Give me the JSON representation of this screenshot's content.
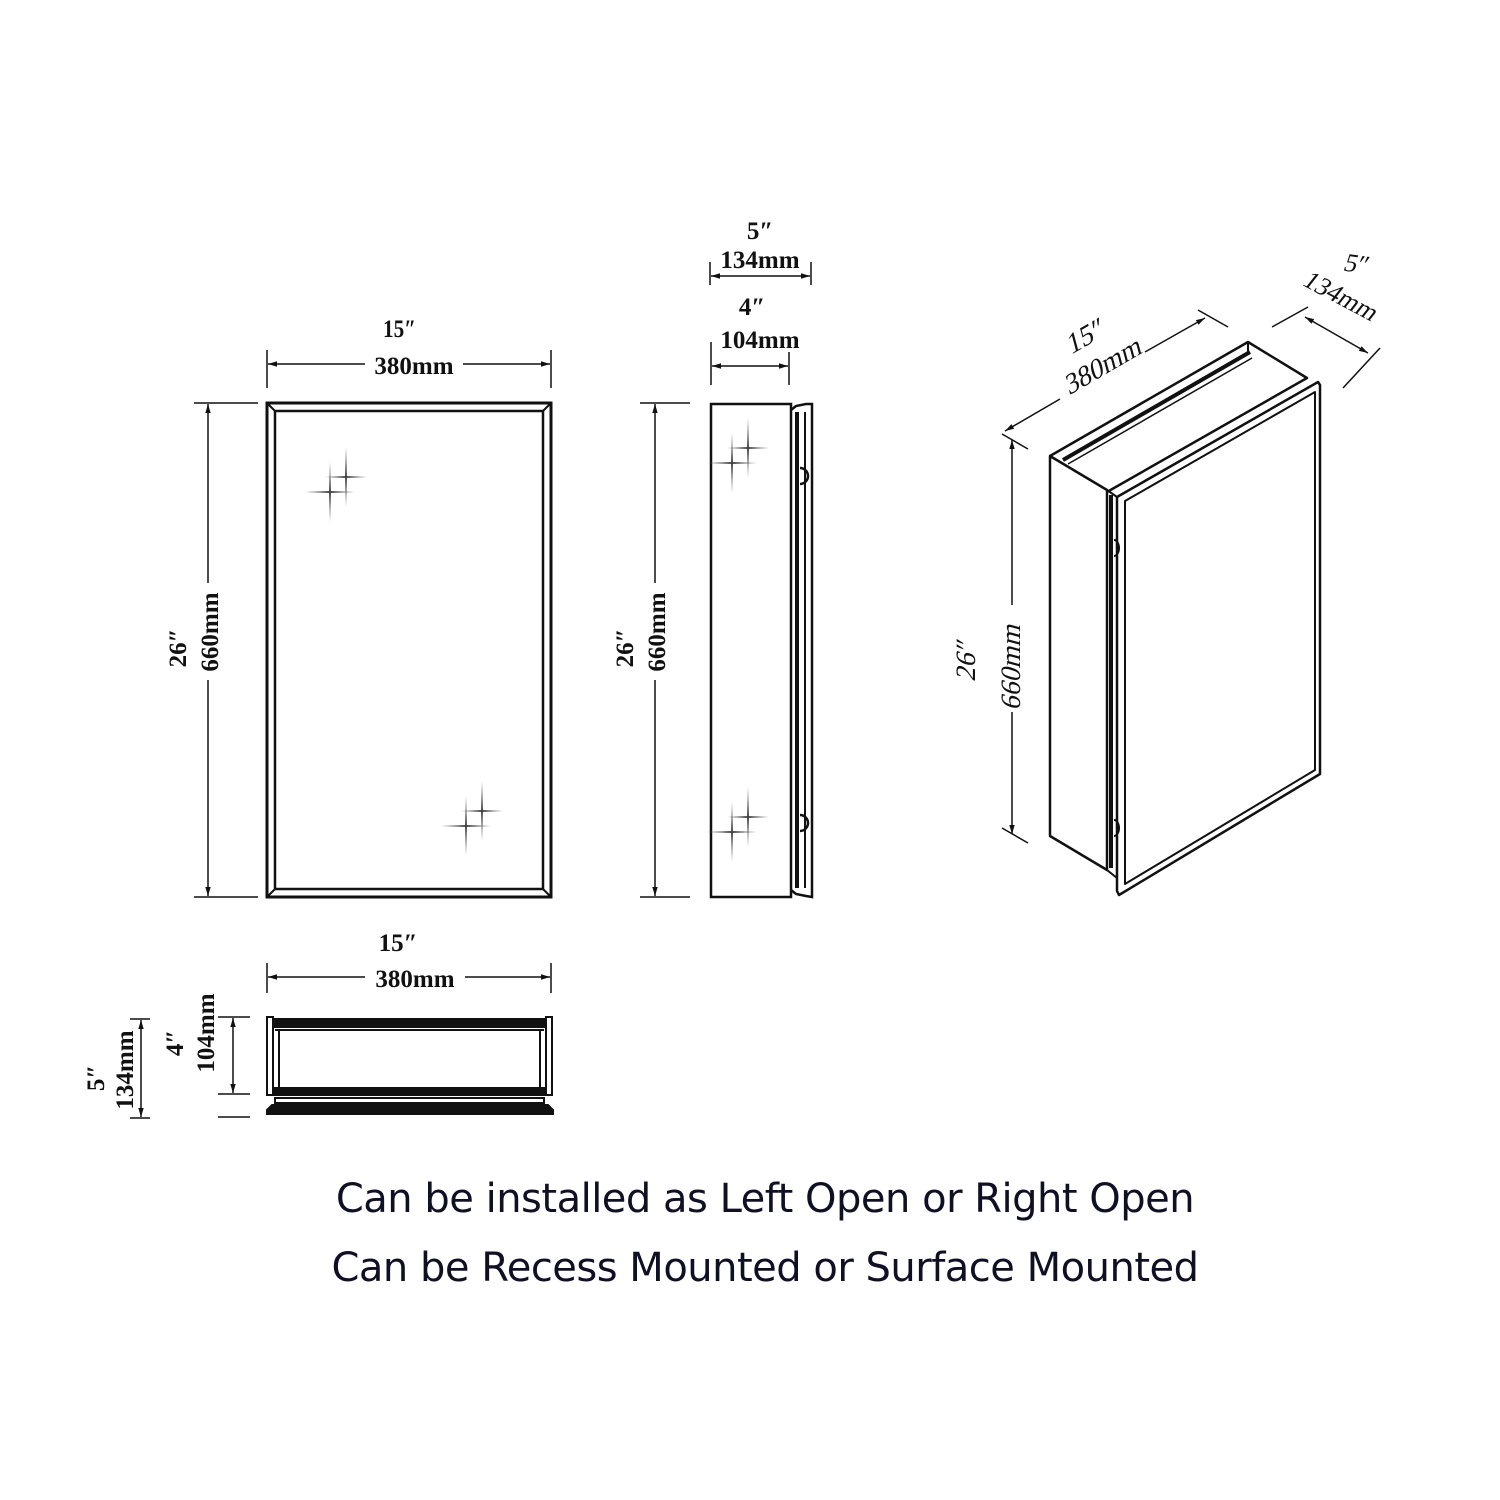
{
  "front_view": {
    "width_in": "15″",
    "width_mm": "380mm",
    "height_in": "26″",
    "height_mm": "660mm"
  },
  "side_view": {
    "depth_total_in": "5″",
    "depth_total_mm": "134mm",
    "depth_body_in": "4″",
    "depth_body_mm": "104mm",
    "height_in": "26″",
    "height_mm": "660mm"
  },
  "top_view": {
    "width_in": "15″",
    "width_mm": "380mm",
    "depth_total_in": "5″",
    "depth_total_mm": "134mm",
    "depth_body_in": "4″",
    "depth_body_mm": "104mm"
  },
  "iso_view": {
    "width_in": "15″",
    "width_mm": "380mm",
    "depth_in": "5″",
    "depth_mm": "134mm",
    "height_in": "26″",
    "height_mm": "660mm"
  },
  "captions": {
    "line1": "Can be installed as Left Open or Right Open",
    "line2": "Can be Recess Mounted or Surface Mounted"
  },
  "colors": {
    "line": "#111111",
    "caption": "#0f1024"
  }
}
